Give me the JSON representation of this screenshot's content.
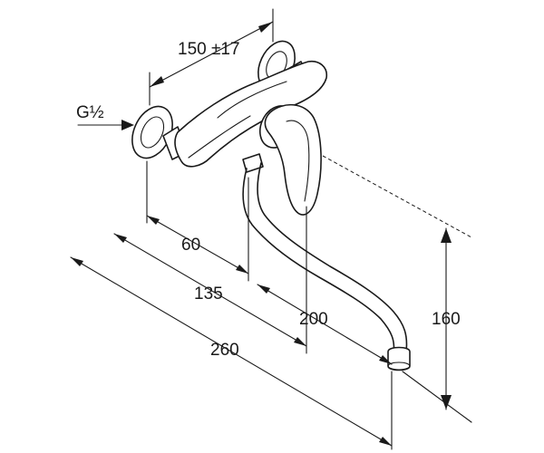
{
  "dimensions": {
    "width_range": "150 ±17",
    "thread": "G½",
    "wall_to_axis": "60",
    "wall_to_body": "135",
    "spout_reach": "200",
    "total_depth": "260",
    "spout_height": "160"
  },
  "colors": {
    "ink": "#1a1a1a",
    "background": "#ffffff"
  }
}
